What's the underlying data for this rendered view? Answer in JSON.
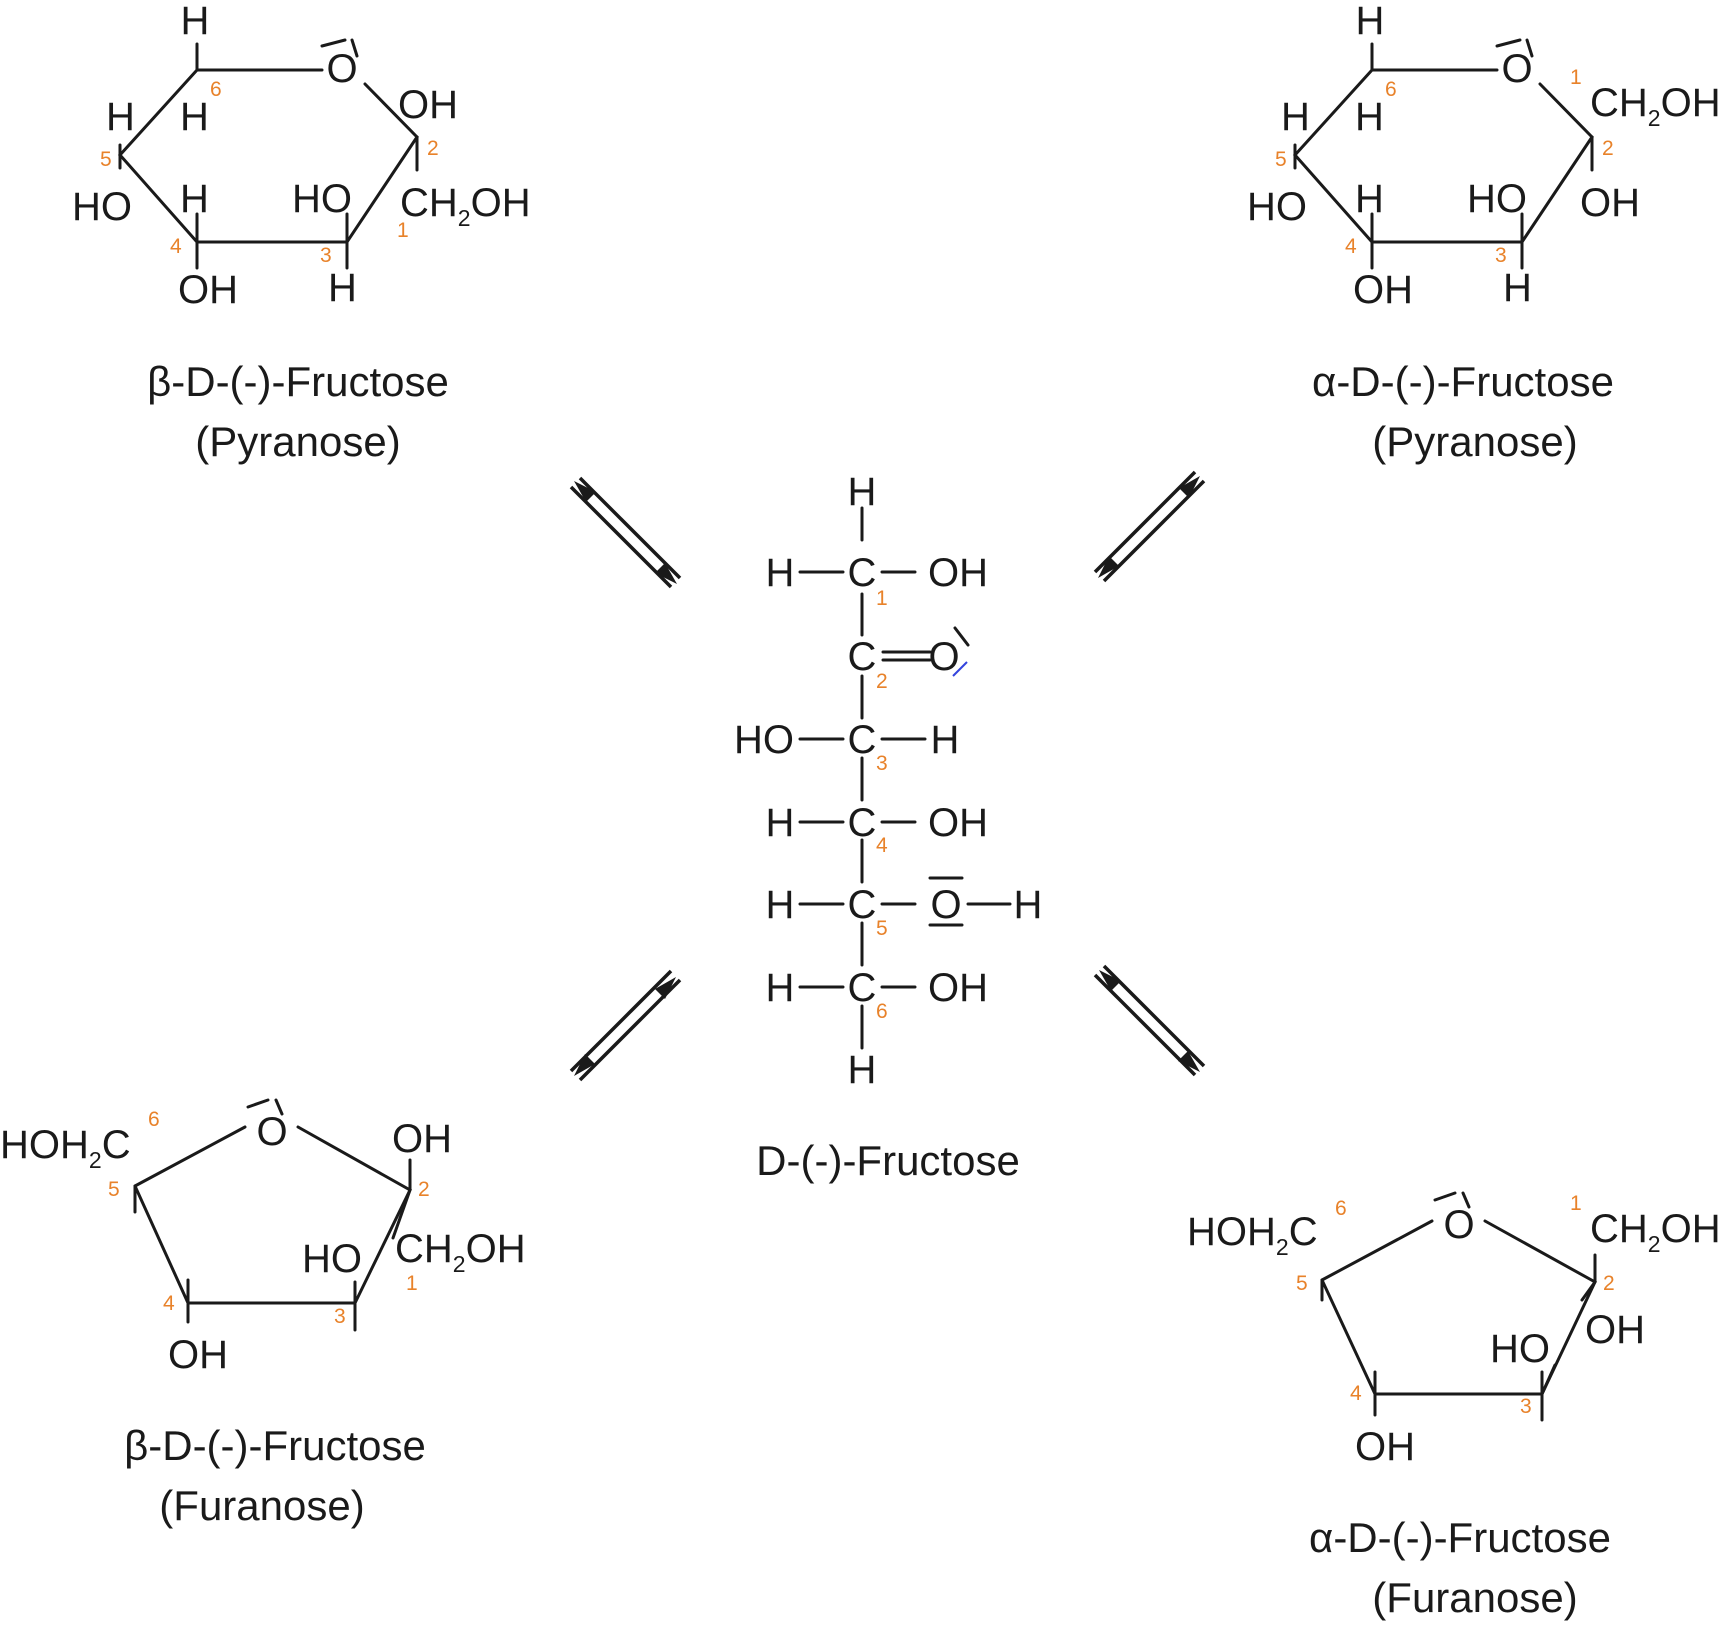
{
  "colors": {
    "ink": "#1a1a1a",
    "locant": "#e8822a",
    "accent": "#3344dd"
  },
  "labels": {
    "beta_pyr_name": "β-D-(-)-Fructose",
    "beta_pyr_form": "(Pyranose)",
    "alpha_pyr_name": "α-D-(-)-Fructose",
    "alpha_pyr_form": "(Pyranose)",
    "open_name": "D-(-)-Fructose",
    "beta_fur_name": "β-D-(-)-Fructose",
    "beta_fur_form": "(Furanose)",
    "alpha_fur_name": "α-D-(-)-Fructose",
    "alpha_fur_form": "(Furanose)"
  },
  "atoms": {
    "H": "H",
    "O": "O",
    "C": "C",
    "OH": "OH",
    "HO": "HO",
    "CH": "CH",
    "HOH": "HOH",
    "sub2": "2"
  },
  "locants": [
    "1",
    "2",
    "3",
    "4",
    "5",
    "6"
  ]
}
